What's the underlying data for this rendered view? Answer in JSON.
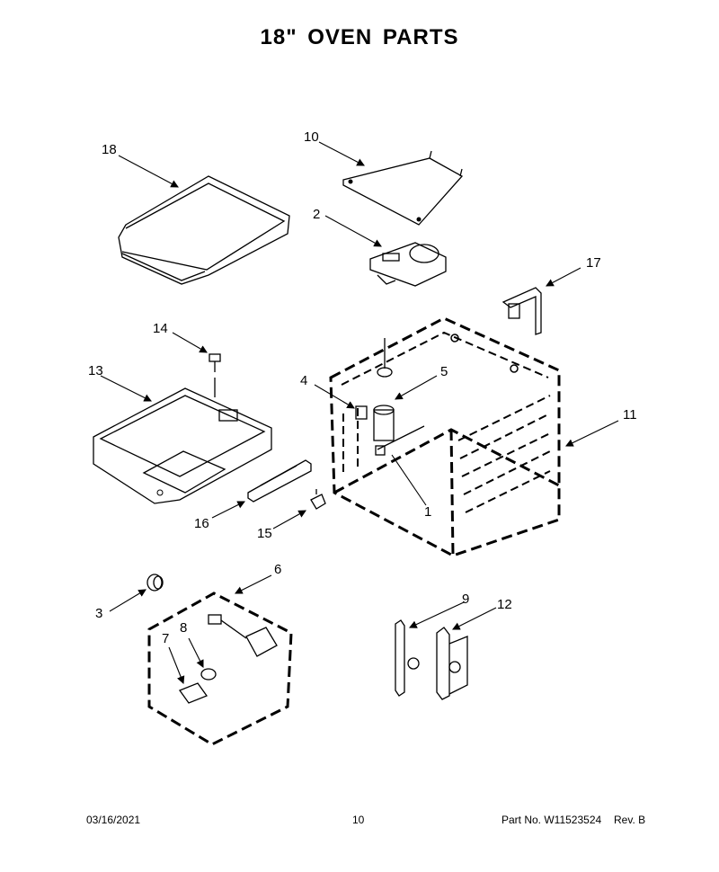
{
  "title": "18\" OVEN PARTS",
  "callouts": {
    "c1": "1",
    "c2": "2",
    "c3": "3",
    "c4": "4",
    "c5": "5",
    "c6": "6",
    "c7": "7",
    "c8": "8",
    "c9": "9",
    "c10": "10",
    "c11": "11",
    "c12": "12",
    "c13": "13",
    "c14": "14",
    "c15": "15",
    "c16": "16",
    "c17": "17",
    "c18": "18"
  },
  "footer": {
    "date": "03/16/2021",
    "page": "10",
    "part_no": "Part No.  W11523524",
    "rev": "Rev.  B"
  }
}
